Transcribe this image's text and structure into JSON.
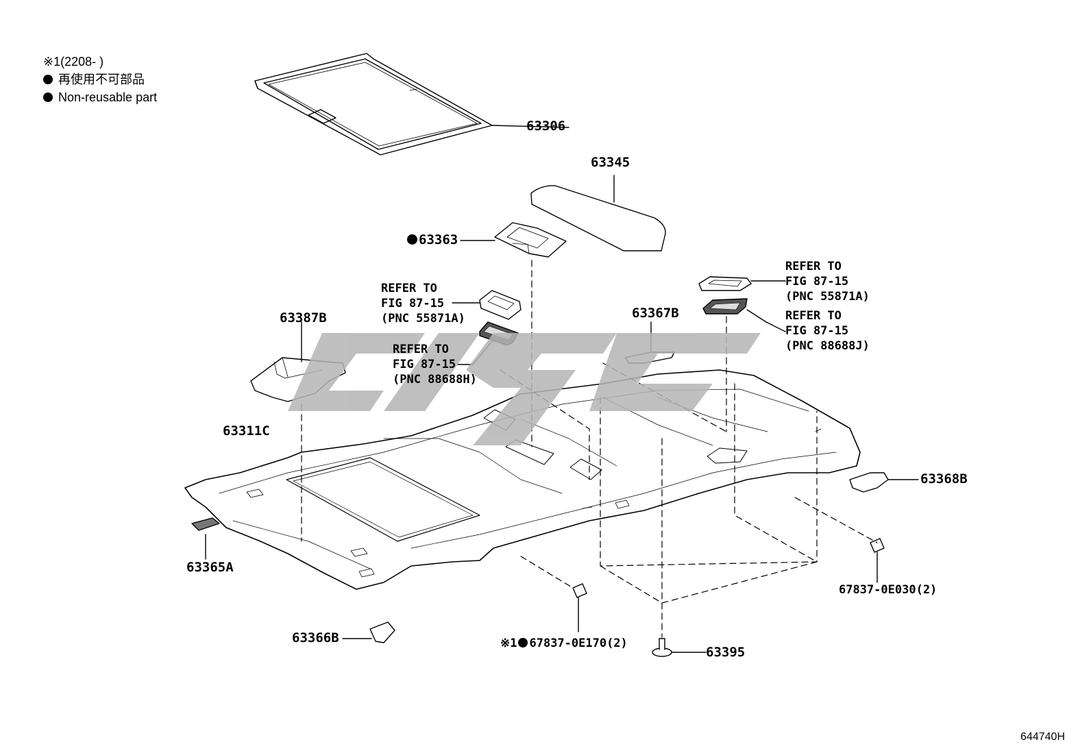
{
  "legend": {
    "note_prefix": "※1",
    "note_text": "(2208-        )",
    "line_jp": "再使用不可部品",
    "line_en": "Non-reusable part"
  },
  "parts": {
    "p63306": "63306",
    "p63345": "63345",
    "p63363": "63363",
    "p63387B": "63387B",
    "p63367B": "63367B",
    "p63311C": "63311C",
    "p63368B": "63368B",
    "p63365A": "63365A",
    "p63366B": "63366B",
    "p67837_0E170": "67837-0E170(2)",
    "p63395": "63395",
    "p67837_0E030": "67837-0E030(2)"
  },
  "refs": {
    "left_55871A": "REFER TO\nFIG 87-15\n(PNC 55871A)",
    "left_88688H": "REFER TO\nFIG 87-15\n(PNC 88688H)",
    "right_55871A": "REFER TO\nFIG 87-15\n(PNC 55871A)",
    "right_88688J": "REFER TO\nFIG 87-15\n(PNC 88688J)"
  },
  "figure_id": "644740H",
  "colors": {
    "ink": "#000000",
    "watermark": "#b5b5b5",
    "background": "#ffffff"
  },
  "icons": {
    "bullet": "filled-circle-icon"
  }
}
